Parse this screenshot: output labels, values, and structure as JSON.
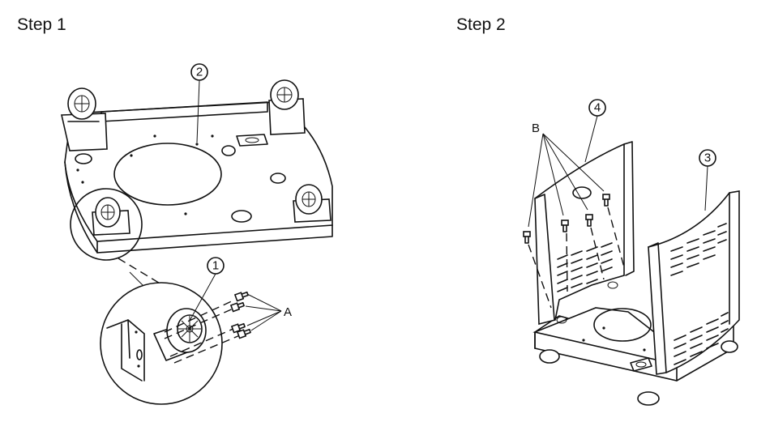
{
  "steps": [
    {
      "label": "Step 1"
    },
    {
      "label": "Step 2"
    }
  ],
  "callouts": {
    "c1": "1",
    "c2": "2",
    "c3": "3",
    "c4": "4"
  },
  "parts": {
    "a": "A",
    "b": "B"
  }
}
